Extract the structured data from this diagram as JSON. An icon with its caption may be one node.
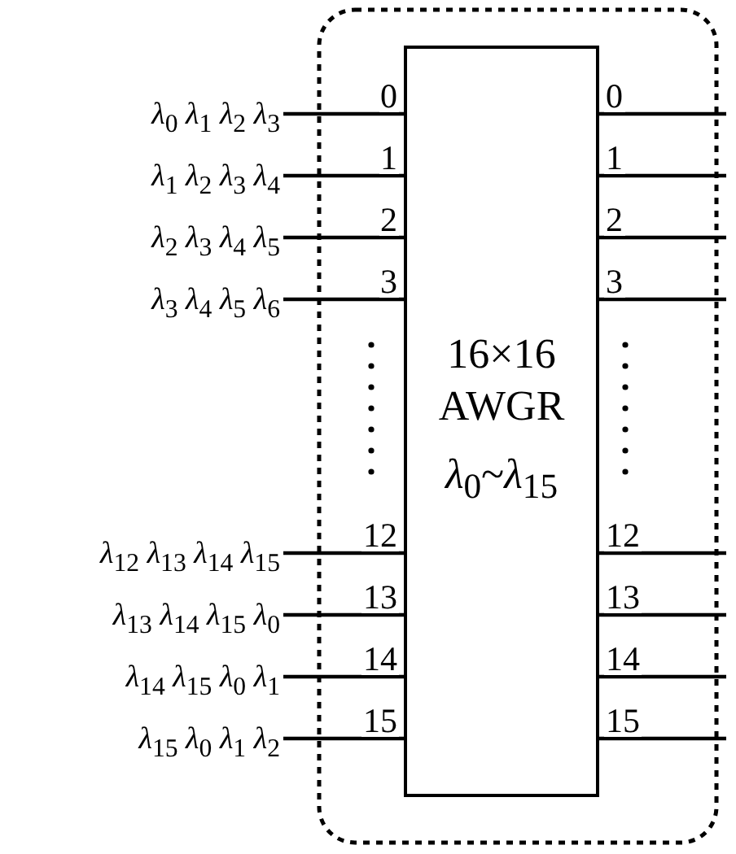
{
  "diagram": {
    "nodes": [
      {
        "text": [
          "16×16 AWGR",
          "*λ*$_{0}$~*λ*$_{15}$"
        ]
      },
      {
        "text": [
          "*λ*$_{0}$ *λ*$_{1}$ *λ*$_{2}$ *λ*$_{3}$"
        ]
      },
      {
        "text": [
          "*λ*$_{1}$ *λ*$_{2}$ *λ*$_{3}$ *λ*$_{4}$"
        ]
      },
      {
        "text": [
          "*λ*$_{2}$ *λ*$_{3}$ *λ*$_{4}$ *λ*$_{5}$"
        ]
      },
      {
        "text": [
          "*λ*$_{3}$ *λ*$_{4}$ *λ*$_{5}$ *λ*$_{6}$"
        ]
      },
      {
        "text": [
          "*λ*$_{12}$ *λ*$_{13}$ *λ*$_{14}$ *λ*$_{15}$"
        ]
      },
      {
        "text": [
          "*λ*$_{13}$ *λ*$_{14}$ *λ*$_{15}$ *λ*$_{0}$"
        ]
      },
      {
        "text": [
          "*λ*$_{14}$ *λ*$_{15}$ *λ*$_{0}$ *λ*$_{1}$"
        ]
      },
      {
        "text": [
          "*λ*$_{15}$ *λ*$_{0}$ *λ*$_{1}$ *λ*$_{2}$"
        ]
      }
    ],
    "edges": [
      {
        "from": 1,
        "to": 0,
        "arrow": "none",
        "label": "0"
      },
      {
        "from": 2,
        "to": 0,
        "arrow": "none",
        "label": "1"
      },
      {
        "from": 3,
        "to": 0,
        "arrow": "none",
        "label": "2"
      },
      {
        "from": 4,
        "to": 0,
        "arrow": "none",
        "label": "3"
      },
      {
        "from": 5,
        "to": 0,
        "arrow": "none",
        "label": "12"
      },
      {
        "from": 6,
        "to": 0,
        "arrow": "none",
        "label": "13"
      },
      {
        "from": 7,
        "to": 0,
        "arrow": "none",
        "label": "14"
      },
      {
        "from": 8,
        "to": 0,
        "arrow": "none",
        "label": "15"
      },
      {
        "from": 0,
        "to": null,
        "arrow": "none",
        "label": "0"
      },
      {
        "from": 0,
        "to": null,
        "arrow": "none",
        "label": "1"
      },
      {
        "from": 0,
        "to": null,
        "arrow": "none",
        "label": "2"
      },
      {
        "from": 0,
        "to": null,
        "arrow": "none",
        "label": "3"
      },
      {
        "from": 0,
        "to": null,
        "arrow": "none",
        "label": "12"
      },
      {
        "from": 0,
        "to": null,
        "arrow": "none",
        "label": "13"
      },
      {
        "from": 0,
        "to": null,
        "arrow": "none",
        "label": "14"
      },
      {
        "from": 0,
        "to": null,
        "arrow": "none",
        "label": "15"
      }
    ]
  }
}
